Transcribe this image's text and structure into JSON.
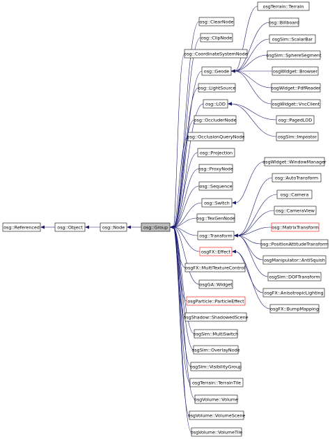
{
  "nodes": [
    {
      "id": "referenced",
      "label": "osg::Referenced"
    },
    {
      "id": "object",
      "label": "osg::Object"
    },
    {
      "id": "node",
      "label": "osg::Node"
    },
    {
      "id": "group",
      "label": "osg::Group",
      "highlight": true
    },
    {
      "id": "clearnode",
      "label": "osg::ClearNode"
    },
    {
      "id": "clipnode",
      "label": "osg::ClipNode"
    },
    {
      "id": "coordinatesystemnode",
      "label": "osg::CoordinateSystemNode"
    },
    {
      "id": "geode",
      "label": "osg::Geode"
    },
    {
      "id": "lightsource",
      "label": "osg::LightSource"
    },
    {
      "id": "lod",
      "label": "osg::LOD"
    },
    {
      "id": "occludernode",
      "label": "osg::OccluderNode"
    },
    {
      "id": "occlusionquerynode",
      "label": "osg::OcclusionQueryNode"
    },
    {
      "id": "projection",
      "label": "osg::Projection"
    },
    {
      "id": "proxynode",
      "label": "osg::ProxyNode"
    },
    {
      "id": "sequence",
      "label": "osg::Sequence"
    },
    {
      "id": "switch",
      "label": "osg::Switch"
    },
    {
      "id": "texgennode",
      "label": "osg::TexGenNode"
    },
    {
      "id": "transform",
      "label": "osg::Transform"
    },
    {
      "id": "fxeffect",
      "label": "osgFX::Effect",
      "red": true
    },
    {
      "id": "multitexturecontrol",
      "label": "osgFX::MultiTextureControl"
    },
    {
      "id": "widget",
      "label": "osgGA::Widget"
    },
    {
      "id": "particleeffect",
      "label": "osgParticle::ParticleEffect",
      "red": true
    },
    {
      "id": "shadowedscene",
      "label": "osgShadow::ShadowedScene"
    },
    {
      "id": "multiswitch",
      "label": "osgSim::MultiSwitch"
    },
    {
      "id": "overlaynode",
      "label": "osgSim::OverlayNode"
    },
    {
      "id": "visibilitygroup",
      "label": "osgSim::VisibilityGroup"
    },
    {
      "id": "terraintile",
      "label": "osgTerrain::TerrainTile"
    },
    {
      "id": "volume",
      "label": "osgVolume::Volume"
    },
    {
      "id": "volumescene",
      "label": "osgVolume::VolumeScene"
    },
    {
      "id": "volumetile",
      "label": "osgVolume::VolumeTile"
    },
    {
      "id": "terrain",
      "label": "osgTerrain::Terrain"
    },
    {
      "id": "billboard",
      "label": "osg::Billboard"
    },
    {
      "id": "scalarbar",
      "label": "osgSim::ScalarBar"
    },
    {
      "id": "spheresegment",
      "label": "osgSim::SphereSegment"
    },
    {
      "id": "browser",
      "label": "osgWidget::Browser"
    },
    {
      "id": "pdfreader",
      "label": "osgWidget::PdfReader"
    },
    {
      "id": "vncclient",
      "label": "osgWidget::VncClient"
    },
    {
      "id": "pagedlod",
      "label": "osg::PagedLOD"
    },
    {
      "id": "impostor",
      "label": "osgSim::Impostor"
    },
    {
      "id": "windowmanager",
      "label": "osgWidget::WindowManager"
    },
    {
      "id": "autotransform",
      "label": "osg::AutoTransform"
    },
    {
      "id": "camera",
      "label": "osg::Camera"
    },
    {
      "id": "cameraview",
      "label": "osg::CameraView"
    },
    {
      "id": "matrixtransform",
      "label": "osg::MatrixTransform",
      "red": true
    },
    {
      "id": "positionattitudetransform",
      "label": "osg::PositionAttitudeTransform"
    },
    {
      "id": "antisquish",
      "label": "osgManipulator::AntiSquish"
    },
    {
      "id": "doftransform",
      "label": "osgSim::DOFTransform"
    },
    {
      "id": "anisotropiclighting",
      "label": "osgFX::AnisotropicLighting"
    },
    {
      "id": "bumpmapping",
      "label": "osgFX::BumpMapping"
    }
  ],
  "edges": [
    [
      "object",
      "referenced"
    ],
    [
      "node",
      "object"
    ],
    [
      "group",
      "node"
    ],
    [
      "clearnode",
      "group"
    ],
    [
      "clipnode",
      "group"
    ],
    [
      "coordinatesystemnode",
      "group"
    ],
    [
      "geode",
      "group"
    ],
    [
      "lightsource",
      "group"
    ],
    [
      "lod",
      "group"
    ],
    [
      "occludernode",
      "group"
    ],
    [
      "occlusionquerynode",
      "group"
    ],
    [
      "projection",
      "group"
    ],
    [
      "proxynode",
      "group"
    ],
    [
      "sequence",
      "group"
    ],
    [
      "switch",
      "group"
    ],
    [
      "texgennode",
      "group"
    ],
    [
      "transform",
      "group"
    ],
    [
      "fxeffect",
      "group"
    ],
    [
      "multitexturecontrol",
      "group"
    ],
    [
      "widget",
      "group"
    ],
    [
      "particleeffect",
      "group"
    ],
    [
      "shadowedscene",
      "group"
    ],
    [
      "multiswitch",
      "group"
    ],
    [
      "overlaynode",
      "group"
    ],
    [
      "visibilitygroup",
      "group"
    ],
    [
      "terraintile",
      "group"
    ],
    [
      "volume",
      "group"
    ],
    [
      "volumescene",
      "group"
    ],
    [
      "volumetile",
      "group"
    ],
    [
      "terrain",
      "geode"
    ],
    [
      "billboard",
      "geode"
    ],
    [
      "scalarbar",
      "geode"
    ],
    [
      "spheresegment",
      "geode"
    ],
    [
      "browser",
      "geode"
    ],
    [
      "pdfreader",
      "geode"
    ],
    [
      "vncclient",
      "geode"
    ],
    [
      "pagedlod",
      "lod"
    ],
    [
      "impostor",
      "lod"
    ],
    [
      "windowmanager",
      "switch"
    ],
    [
      "autotransform",
      "transform"
    ],
    [
      "camera",
      "transform"
    ],
    [
      "cameraview",
      "transform"
    ],
    [
      "matrixtransform",
      "transform"
    ],
    [
      "positionattitudetransform",
      "transform"
    ],
    [
      "antisquish",
      "transform"
    ],
    [
      "doftransform",
      "transform"
    ],
    [
      "anisotropiclighting",
      "fxeffect"
    ],
    [
      "bumpmapping",
      "fxeffect"
    ]
  ]
}
